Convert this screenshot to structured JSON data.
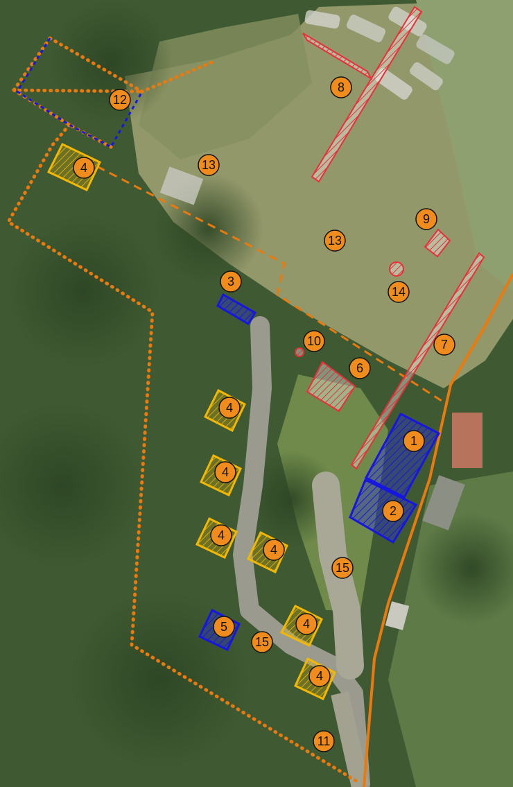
{
  "map": {
    "colors": {
      "boundary": "#e87a10",
      "marker_fill": "#f08c1e",
      "marker_stroke": "#111111",
      "blue_plot": "#1616e0",
      "yellow_plot": "#f2b705",
      "red_plot": "#e8303a"
    },
    "markers": [
      {
        "id": "m1",
        "label": "1"
      },
      {
        "id": "m2",
        "label": "2"
      },
      {
        "id": "m3",
        "label": "3"
      },
      {
        "id": "m4a",
        "label": "4"
      },
      {
        "id": "m4b",
        "label": "4"
      },
      {
        "id": "m4c",
        "label": "4"
      },
      {
        "id": "m4d",
        "label": "4"
      },
      {
        "id": "m4e",
        "label": "4"
      },
      {
        "id": "m4f",
        "label": "4"
      },
      {
        "id": "m4g",
        "label": "4"
      },
      {
        "id": "m5",
        "label": "5"
      },
      {
        "id": "m6",
        "label": "6"
      },
      {
        "id": "m7",
        "label": "7"
      },
      {
        "id": "m8",
        "label": "8"
      },
      {
        "id": "m9",
        "label": "9"
      },
      {
        "id": "m10",
        "label": "10"
      },
      {
        "id": "m11",
        "label": "11"
      },
      {
        "id": "m12",
        "label": "12"
      },
      {
        "id": "m13a",
        "label": "13"
      },
      {
        "id": "m13b",
        "label": "13"
      },
      {
        "id": "m14",
        "label": "14"
      },
      {
        "id": "m15a",
        "label": "15"
      },
      {
        "id": "m15b",
        "label": "15"
      }
    ]
  }
}
